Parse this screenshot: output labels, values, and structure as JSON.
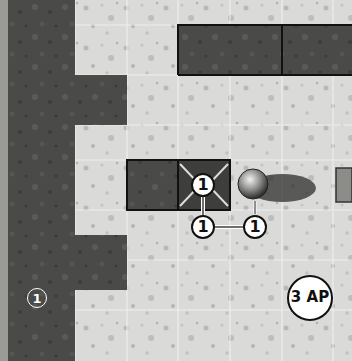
{
  "diagram": {
    "nodes": [
      {
        "text": [
          "1"
        ]
      },
      {
        "text": [
          "1"
        ]
      },
      {
        "text": [
          "1"
        ]
      },
      {
        "text": [
          "1"
        ]
      },
      {
        "text": [
          "3 AP"
        ]
      }
    ],
    "edges": [
      {
        "from": 0,
        "to": 1,
        "arrow": "none"
      },
      {
        "from": 1,
        "to": 2,
        "arrow": "none"
      }
    ]
  }
}
